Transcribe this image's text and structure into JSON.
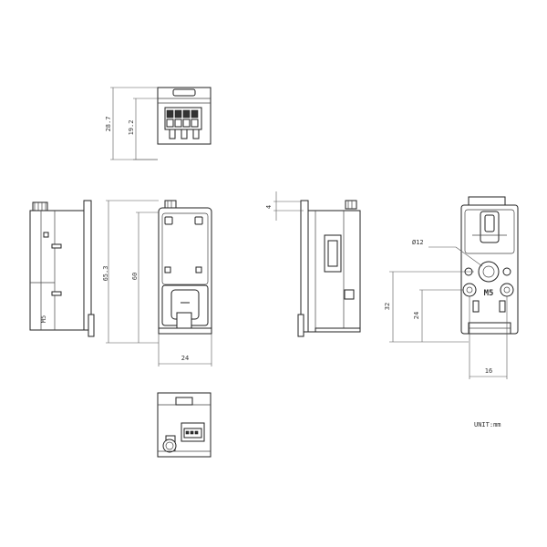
{
  "dimensions": {
    "top_overall_height": "28.7",
    "top_inner_height": "19.2",
    "front_overall_height": "65.3",
    "front_body_height": "60",
    "front_width": "24",
    "side_offset": "4",
    "rear_hole_diameter": "Ø12",
    "rear_height_32": "32",
    "rear_height_24": "24",
    "rear_width": "16"
  },
  "labels": {
    "logo_front": "M5",
    "logo_rear": "M5",
    "unit_note": "UNIT:mm"
  }
}
